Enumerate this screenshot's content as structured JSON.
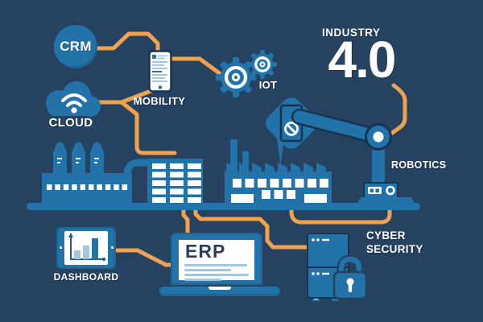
{
  "title": {
    "kicker": "INDUSTRY",
    "version": "4.0"
  },
  "labels": {
    "crm": "CRM",
    "cloud": "CLOUD",
    "mobility": "MOBILITY",
    "iot": "IOT",
    "robotics": "ROBOTICS",
    "dashboard": "DASHBOARD",
    "erp": "ERP",
    "cyber_line1": "CYBER",
    "cyber_line2": "SECURITY"
  },
  "icons": {
    "crm": "chat-circle",
    "cloud": "cloud-wifi",
    "mobility": "smartphone",
    "iot": "double-gears",
    "robotics": "robotic-arm",
    "dashboard": "tablet-bar-chart",
    "erp": "laptop",
    "cyber_security": "server-with-padlock",
    "factories": "factory-buildings"
  },
  "colors": {
    "background": "#254260",
    "primary_blue": "#2173a9",
    "dark_outline": "#16344f",
    "light_blue": "#a4c6de",
    "accent_orange": "#f0a24e",
    "white": "#ffffff",
    "screen_text_navy": "#2c3e5e"
  }
}
